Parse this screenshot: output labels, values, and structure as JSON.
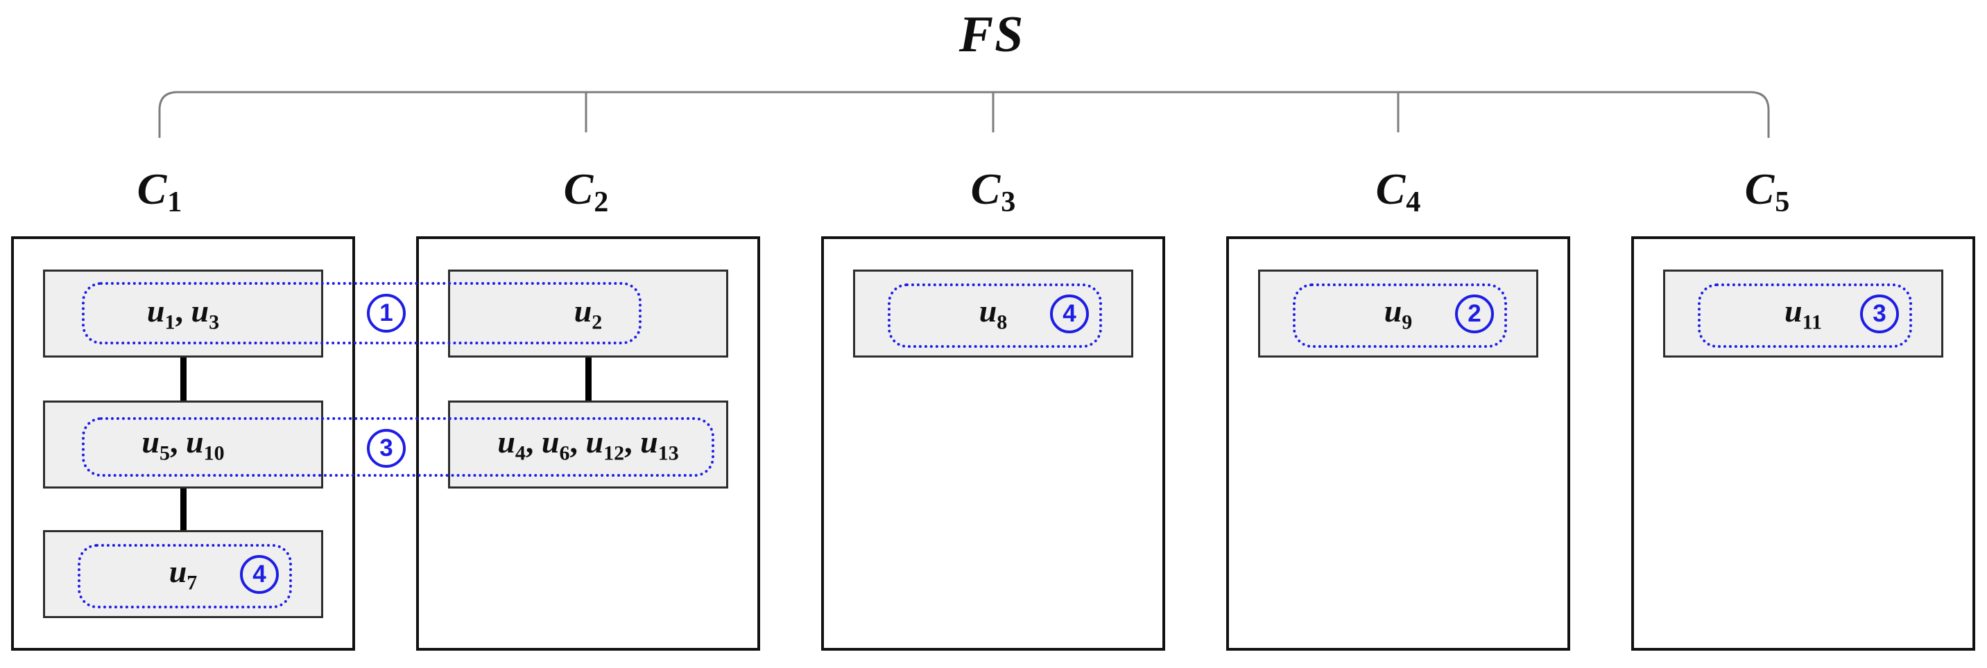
{
  "figure": {
    "root_label": "FS",
    "unit_symbol": "u",
    "clusters": [
      {
        "label": {
          "base": "C",
          "sub": "1"
        },
        "rows": [
          {
            "units": [
              "1",
              "3"
            ]
          },
          {
            "units": [
              "5",
              "10"
            ]
          },
          {
            "units": [
              "7"
            ],
            "ring": "4"
          }
        ]
      },
      {
        "label": {
          "base": "C",
          "sub": "2"
        },
        "rows": [
          {
            "units": [
              "2"
            ]
          },
          {
            "units": [
              "4",
              "6",
              "12",
              "13"
            ]
          }
        ]
      },
      {
        "label": {
          "base": "C",
          "sub": "3"
        },
        "rows": [
          {
            "units": [
              "8"
            ],
            "ring": "4"
          }
        ]
      },
      {
        "label": {
          "base": "C",
          "sub": "4"
        },
        "rows": [
          {
            "units": [
              "9"
            ],
            "ring": "2"
          }
        ]
      },
      {
        "label": {
          "base": "C",
          "sub": "5"
        },
        "rows": [
          {
            "units": [
              "11"
            ],
            "ring": "3"
          }
        ]
      }
    ],
    "cross_links": [
      {
        "ring": "1",
        "from_cluster": 1,
        "from_row": 1,
        "to_cluster": 2,
        "to_row": 1
      },
      {
        "ring": "3",
        "from_cluster": 1,
        "from_row": 2,
        "to_cluster": 2,
        "to_row": 2
      }
    ],
    "colors": {
      "highlight_blue": "#1d1de6",
      "box_fill": "#efefef",
      "box_border": "#2d2d2d",
      "container_border": "#111111",
      "tree_line": "#7d7d7d",
      "text_black": "#0f0f0f"
    }
  }
}
